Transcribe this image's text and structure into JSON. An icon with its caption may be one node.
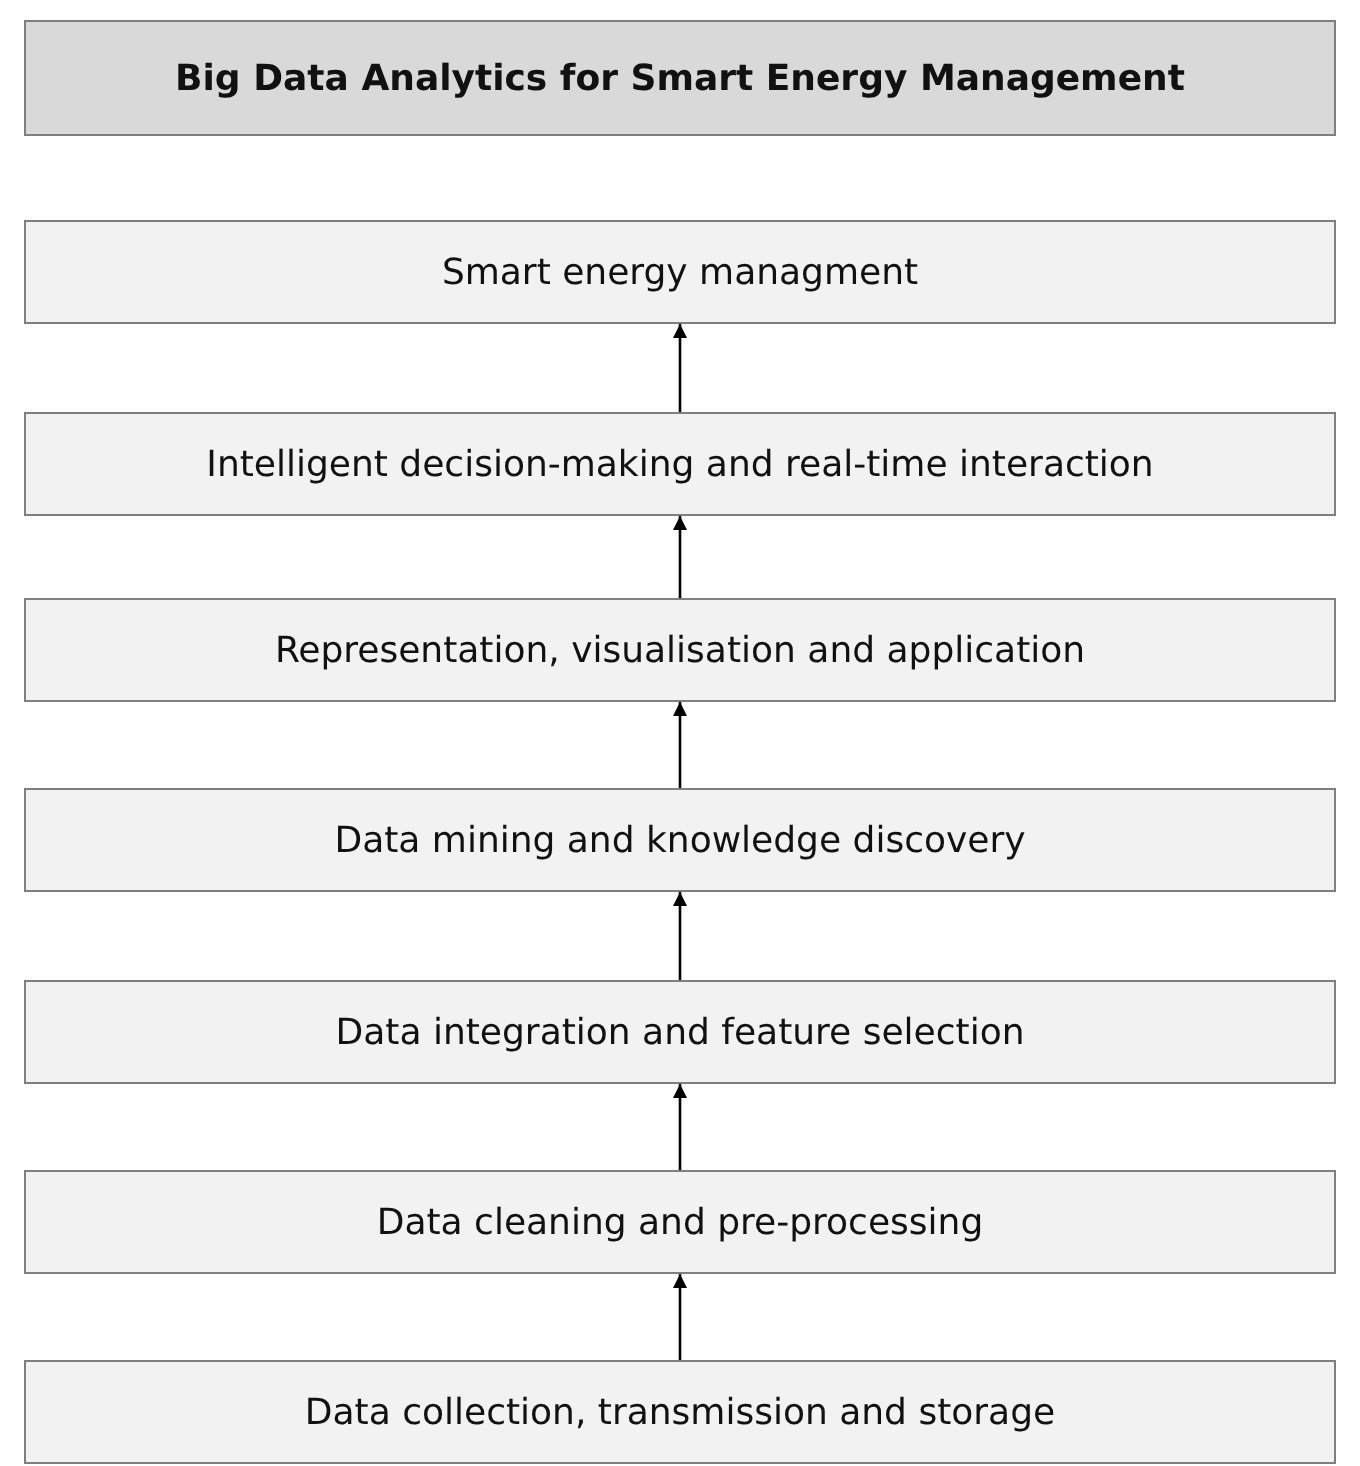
{
  "diagram": {
    "title": "Big Data Analytics for Smart Energy Management",
    "nodes": [
      {
        "text": [
          "Smart energy managment"
        ]
      },
      {
        "text": [
          "Intelligent decision-making and real-time interaction"
        ]
      },
      {
        "text": [
          "Representation, visualisation and application"
        ]
      },
      {
        "text": [
          "Data mining and knowledge discovery"
        ]
      },
      {
        "text": [
          "Data integration and feature selection"
        ]
      },
      {
        "text": [
          "Data cleaning and pre-processing"
        ]
      },
      {
        "text": [
          "Data collection, transmission and storage"
        ]
      }
    ],
    "edges": [
      {
        "from": 6,
        "to": 5,
        "arrow": "to"
      },
      {
        "from": 5,
        "to": 4,
        "arrow": "to"
      },
      {
        "from": 4,
        "to": 3,
        "arrow": "to"
      },
      {
        "from": 3,
        "to": 2,
        "arrow": "to"
      },
      {
        "from": 2,
        "to": 1,
        "arrow": "to"
      },
      {
        "from": 1,
        "to": 0,
        "arrow": "to"
      }
    ]
  }
}
